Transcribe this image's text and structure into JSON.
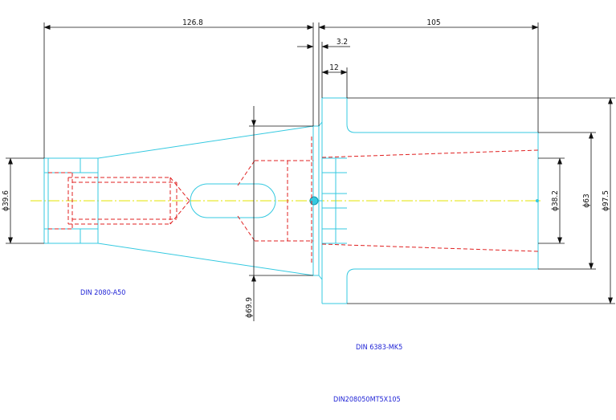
{
  "colors": {
    "outline": "#34c9e0",
    "hidden": "#e02020",
    "centerline": "#e6e600",
    "dimension": "#111111",
    "label": "#1f23d6"
  },
  "dimensions": {
    "length_left": "126.8",
    "length_right": "105",
    "gap": "3.2",
    "collar": "12",
    "dia_small": "ϕ39.6",
    "dia_taper": "ϕ69.9",
    "dia_bore": "ϕ38.2",
    "dia_mid": "ϕ63",
    "dia_outer": "ϕ97.5"
  },
  "labels": {
    "left_part": "DIN 2080-A50",
    "right_part": "DIN 6383-MK5",
    "assembly": "DIN208050MT5X105"
  }
}
